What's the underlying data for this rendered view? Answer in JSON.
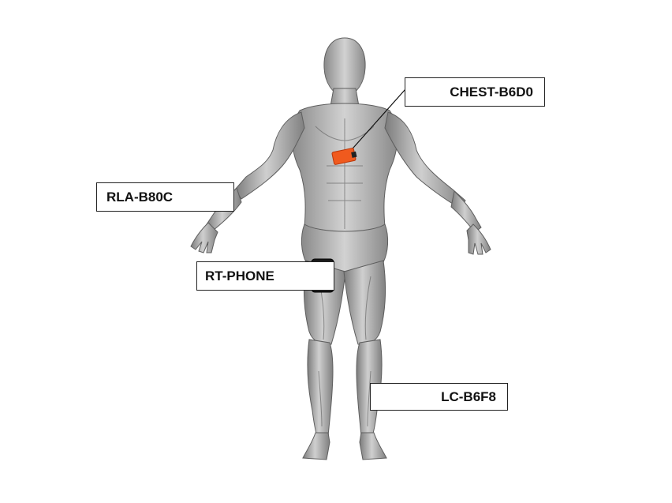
{
  "labels": {
    "chest": "CHEST-B6D0",
    "rla": "RLA-B80C",
    "rt": "RT-PHONE",
    "lc": "LC-B6F8"
  },
  "colors": {
    "sensor": "#f05a1e",
    "sensor_dark": "#b8360a",
    "body": "#b9b9b9",
    "body_shade": "#7a7a7a",
    "box_border": "#222222"
  },
  "icons": {
    "body": "human-anatomy-figure",
    "sensor": "wearable-sensor-icon",
    "phone": "smartphone-icon"
  }
}
